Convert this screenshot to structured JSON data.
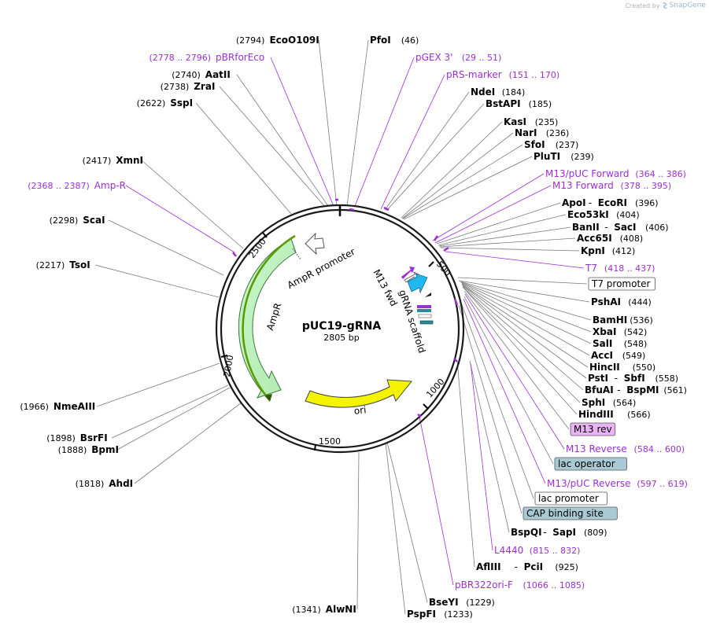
{
  "credit": {
    "text": "Created by",
    "brand": "SnapGene"
  },
  "plasmid": {
    "name": "pUC19-gRNA",
    "length": "2805 bp"
  },
  "colors": {
    "primer": "#9b2fd6",
    "ampr_fill": "#c9f5c9",
    "ori_fill": "#f4f400",
    "grna_fill": "#20b8f0",
    "site_box_blue": "#a9c9d4",
    "site_box_purple": "#e9b3f5",
    "backbone": "#1a1a1a",
    "leader": "#8a8a8a"
  },
  "ticks": [
    "500",
    "1000",
    "1500",
    "2000",
    "2500"
  ],
  "features": [
    {
      "name": "AmpR promoter",
      "kind": "promoter-arrow"
    },
    {
      "name": "AmpR",
      "kind": "cds"
    },
    {
      "name": "ori",
      "kind": "rep-origin"
    },
    {
      "name": "M13 fwd",
      "kind": "primer-arrow"
    },
    {
      "name": "gRNA scaffold",
      "kind": "misc"
    }
  ],
  "sites": [
    {
      "name": "EcoO109I",
      "pos": "(2794)",
      "side": "left"
    },
    {
      "name": "pBRforEco",
      "pos": "(2778 .. 2796)",
      "side": "left",
      "kind": "primer"
    },
    {
      "name": "AatII",
      "pos": "(2740)",
      "side": "left"
    },
    {
      "name": "ZraI",
      "pos": "(2738)",
      "side": "left"
    },
    {
      "name": "SspI",
      "pos": "(2622)",
      "side": "left"
    },
    {
      "name": "XmnI",
      "pos": "(2417)",
      "side": "left"
    },
    {
      "name": "Amp-R",
      "pos": "(2368 .. 2387)",
      "side": "left",
      "kind": "primer"
    },
    {
      "name": "ScaI",
      "pos": "(2298)",
      "side": "left"
    },
    {
      "name": "TsoI",
      "pos": "(2217)",
      "side": "left"
    },
    {
      "name": "NmeAIII",
      "pos": "(1966)",
      "side": "left"
    },
    {
      "name": "BsrFI",
      "pos": "(1898)",
      "side": "left"
    },
    {
      "name": "BpmI",
      "pos": "(1888)",
      "side": "left"
    },
    {
      "name": "AhdI",
      "pos": "(1818)",
      "side": "left"
    },
    {
      "name": "AlwNI",
      "pos": "(1341)",
      "side": "left"
    },
    {
      "name": "PfoI",
      "pos": "(46)",
      "side": "right"
    },
    {
      "name": "pGEX 3'",
      "pos": "(29 .. 51)",
      "side": "right",
      "kind": "primer"
    },
    {
      "name": "pRS-marker",
      "pos": "(151 .. 170)",
      "side": "right",
      "kind": "primer"
    },
    {
      "name": "NdeI",
      "pos": "(184)",
      "side": "right"
    },
    {
      "name": "BstAPI",
      "pos": "(185)",
      "side": "right"
    },
    {
      "name": "KasI",
      "pos": "(235)",
      "side": "right"
    },
    {
      "name": "NarI",
      "pos": "(236)",
      "side": "right"
    },
    {
      "name": "SfoI",
      "pos": "(237)",
      "side": "right"
    },
    {
      "name": "PluTI",
      "pos": "(239)",
      "side": "right"
    },
    {
      "name": "M13/pUC Forward",
      "pos": "(364 .. 386)",
      "side": "right",
      "kind": "primer"
    },
    {
      "name": "M13 Forward",
      "pos": "(378 .. 395)",
      "side": "right",
      "kind": "primer"
    },
    {
      "name": "ApoI",
      "name2": "EcoRI",
      "pos": "(396)",
      "side": "right"
    },
    {
      "name": "Eco53kI",
      "pos": "(404)",
      "side": "right"
    },
    {
      "name": "BanII",
      "name2": "SacI",
      "pos": "(406)",
      "side": "right"
    },
    {
      "name": "Acc65I",
      "pos": "(408)",
      "side": "right"
    },
    {
      "name": "KpnI",
      "pos": "(412)",
      "side": "right"
    },
    {
      "name": "T7",
      "pos": "(418 .. 437)",
      "side": "right",
      "kind": "primer"
    },
    {
      "name": "T7 promoter",
      "pos": "",
      "side": "right",
      "kind": "box-white"
    },
    {
      "name": "PshAI",
      "pos": "(444)",
      "side": "right"
    },
    {
      "name": "BamHI",
      "pos": "(536)",
      "side": "right"
    },
    {
      "name": "XbaI",
      "pos": "(542)",
      "side": "right"
    },
    {
      "name": "SalI",
      "pos": "(548)",
      "side": "right"
    },
    {
      "name": "AccI",
      "pos": "(549)",
      "side": "right"
    },
    {
      "name": "HincII",
      "pos": "(550)",
      "side": "right"
    },
    {
      "name": "PstI",
      "name2": "SbfI",
      "pos": "(558)",
      "side": "right"
    },
    {
      "name": "BfuAI",
      "name2": "BspMI",
      "pos": "(561)",
      "side": "right"
    },
    {
      "name": "SphI",
      "pos": "(564)",
      "side": "right"
    },
    {
      "name": "HindIII",
      "pos": "(566)",
      "side": "right"
    },
    {
      "name": "M13 rev",
      "pos": "",
      "side": "right",
      "kind": "box-purple"
    },
    {
      "name": "M13 Reverse",
      "pos": "(584 .. 600)",
      "side": "right",
      "kind": "primer"
    },
    {
      "name": "lac operator",
      "pos": "",
      "side": "right",
      "kind": "box-blue"
    },
    {
      "name": "M13/pUC Reverse",
      "pos": "(597 .. 619)",
      "side": "right",
      "kind": "primer"
    },
    {
      "name": "lac promoter",
      "pos": "",
      "side": "right",
      "kind": "box-white"
    },
    {
      "name": "CAP binding site",
      "pos": "",
      "side": "right",
      "kind": "box-blue"
    },
    {
      "name": "BspQI",
      "name2": "SapI",
      "pos": "(809)",
      "side": "right"
    },
    {
      "name": "L4440",
      "pos": "(815 .. 832)",
      "side": "right",
      "kind": "primer"
    },
    {
      "name": "AflIII",
      "name2": "PciI",
      "pos": "(925)",
      "side": "right"
    },
    {
      "name": "pBR322ori-F",
      "pos": "(1066 .. 1085)",
      "side": "right",
      "kind": "primer"
    },
    {
      "name": "BseYI",
      "pos": "(1229)",
      "side": "right"
    },
    {
      "name": "PspFI",
      "pos": "(1233)",
      "side": "right"
    }
  ]
}
